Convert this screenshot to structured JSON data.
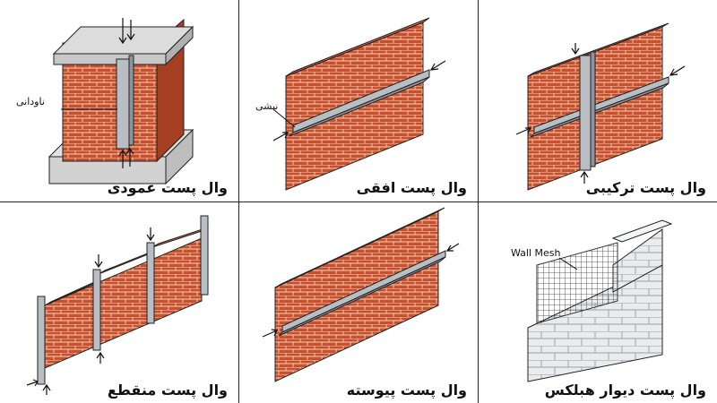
{
  "panels": [
    {
      "caption": "وال پست عمودی",
      "callout": "ناودانی"
    },
    {
      "caption": "وال پست افقی",
      "callout": "نبشی"
    },
    {
      "caption": "وال پست ترکیبی"
    },
    {
      "caption": "وال پست منقطع"
    },
    {
      "caption": "وال پست پیوسته"
    },
    {
      "caption": "وال پست دیوار هبلکس",
      "callout": "Wall Mesh"
    }
  ],
  "colors": {
    "brick_face": "#c8502d",
    "brick_side": "#a63e22",
    "brick_top": "#d96a45",
    "mortar": "#f3d2bd",
    "steel": "#b8bec4",
    "steel_dark": "#8e959c",
    "concrete": "#d2d2d2",
    "block": "#e9ecef",
    "outline": "#222222"
  }
}
